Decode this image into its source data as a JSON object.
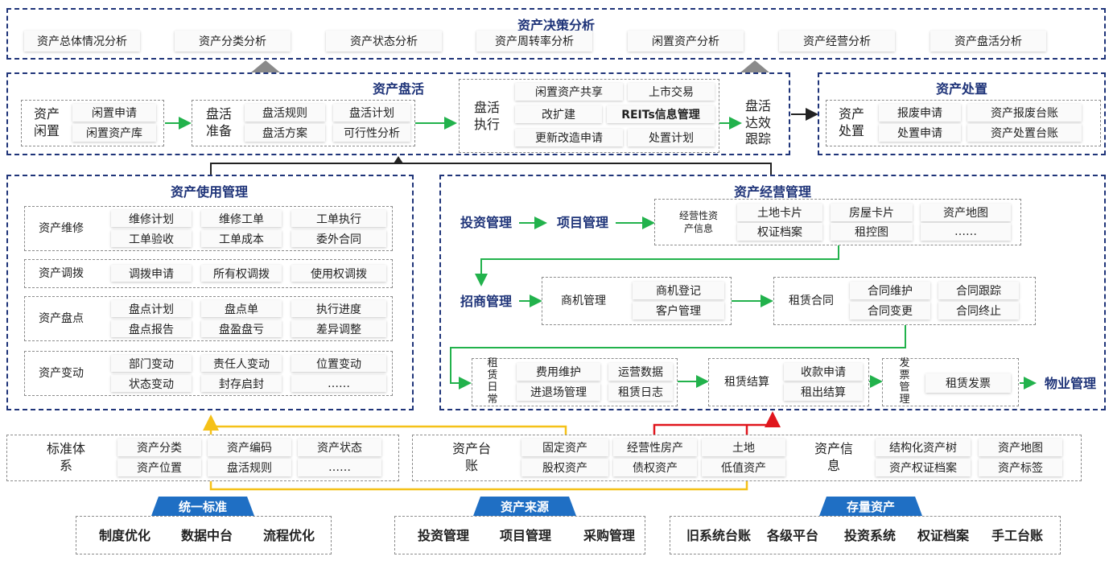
{
  "decision": {
    "title": "资产决策分析",
    "items": [
      "资产总体情况分析",
      "资产分类分析",
      "资产状态分析",
      "资产周转率分析",
      "闲置资产分析",
      "资产经营分析",
      "资产盘活分析"
    ]
  },
  "revitalize": {
    "title": "资产盘活",
    "idle_label": "资产\n闲置",
    "idle_items": [
      "闲置申请",
      "闲置资产库"
    ],
    "prep_label": "盘活\n准备",
    "prep_items": [
      "盘活规则",
      "盘活计划",
      "盘活方案",
      "可行性分析"
    ],
    "exec_label": "盘活\n执行",
    "exec_items": [
      "闲置资产共享",
      "上市交易",
      "改扩建",
      "REITs信息管理",
      "更新改造申请",
      "处置计划"
    ],
    "track_label": "盘活\n达效\n跟踪"
  },
  "disposal": {
    "title": "资产处置",
    "label": "资产\n处置",
    "items": [
      "报废申请",
      "资产报废台账",
      "处置申请",
      "资产处置台账"
    ]
  },
  "usage": {
    "title": "资产使用管理",
    "rows": [
      {
        "label": "资产维修",
        "items": [
          "维修计划",
          "维修工单",
          "工单执行",
          "工单验收",
          "工单成本",
          "委外合同"
        ]
      },
      {
        "label": "资产调拨",
        "items": [
          "调拨申请",
          "所有权调拨",
          "使用权调拨"
        ]
      },
      {
        "label": "资产盘点",
        "items": [
          "盘点计划",
          "盘点单",
          "执行进度",
          "盘点报告",
          "盘盈盘亏",
          "差异调整"
        ]
      },
      {
        "label": "资产变动",
        "items": [
          "部门变动",
          "责任人变动",
          "位置变动",
          "状态变动",
          "封存启封",
          "……"
        ]
      }
    ]
  },
  "operation": {
    "title": "资产经营管理",
    "investment": "投资管理",
    "project": "项目管理",
    "opinfo_label": "经营性资\n产信息",
    "opinfo_items": [
      "土地卡片",
      "房屋卡片",
      "资产地图",
      "权证档案",
      "租控图",
      "……"
    ],
    "attract": "招商管理",
    "biz_label": "商机管理",
    "biz_items": [
      "商机登记",
      "客户管理"
    ],
    "lease_label": "租赁合同",
    "lease_items": [
      "合同维护",
      "合同跟踪",
      "合同变更",
      "合同终止"
    ],
    "daily_label": "租\n赁\n日\n常",
    "daily_items": [
      "费用维护",
      "运营数据",
      "进退场管理",
      "租赁日志"
    ],
    "settle_label": "租赁结算",
    "settle_items": [
      "收款申请",
      "租出结算"
    ],
    "invoice_label": "发\n票\n管\n理",
    "invoice_items": [
      "租赁发票"
    ],
    "property": "物业管理"
  },
  "standard": {
    "label": "标准体\n系",
    "items": [
      "资产分类",
      "资产编码",
      "资产状态",
      "资产位置",
      "盘活规则",
      "……"
    ]
  },
  "ledger": {
    "label": "资产台\n账",
    "items": [
      "固定资产",
      "经营性房产",
      "土地",
      "股权资产",
      "债权资产",
      "低值资产"
    ],
    "info_label": "资产信\n息",
    "info_items": [
      "结构化资产树",
      "资产地图",
      "资产权证档案",
      "资产标签"
    ]
  },
  "banners": [
    "统一标准",
    "资产来源",
    "存量资产"
  ],
  "bottom": {
    "standard": [
      "制度优化",
      "数据中台",
      "流程优化"
    ],
    "source": [
      "投资管理",
      "项目管理",
      "采购管理"
    ],
    "stock": [
      "旧系统台账",
      "各级平台",
      "投资系统",
      "权证档案",
      "手工台账"
    ]
  },
  "colors": {
    "navy": "#1f3479",
    "green": "#22b24c",
    "yellow": "#f5c118",
    "red": "#e0161d",
    "banner": "#1f6fc4"
  }
}
